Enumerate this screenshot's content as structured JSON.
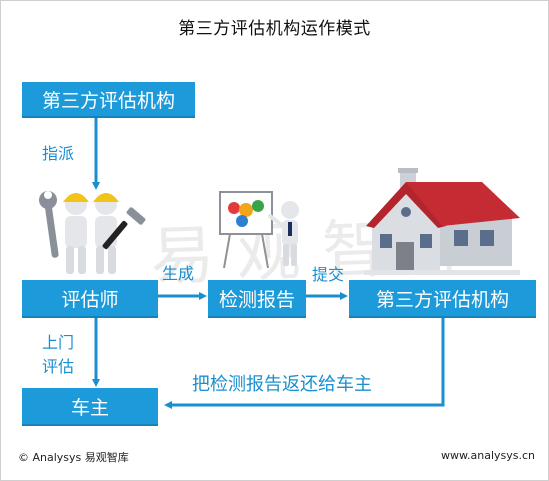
{
  "title": "第三方评估机构运作模式",
  "boxes": {
    "agency_top": "第三方评估机构",
    "appraiser": "评估师",
    "report": "检测报告",
    "agency_right": "第三方评估机构",
    "owner": "车主"
  },
  "labels": {
    "assign": "指派",
    "generate": "生成",
    "submit": "提交",
    "visit_line1": "上门",
    "visit_line2": "评估",
    "return": "把检测报告返还给车主"
  },
  "watermark": "易观智库",
  "footer": {
    "left": "© Analysys 易观智库",
    "right": "www.analysys.cn"
  },
  "colors": {
    "accent": "#1d9ad9",
    "arrow": "#1a8fd0",
    "roof": "#b3242c",
    "wall": "#c9cdd4"
  },
  "icons": [
    "workers-illustration",
    "presenter-board-illustration",
    "house-illustration"
  ]
}
